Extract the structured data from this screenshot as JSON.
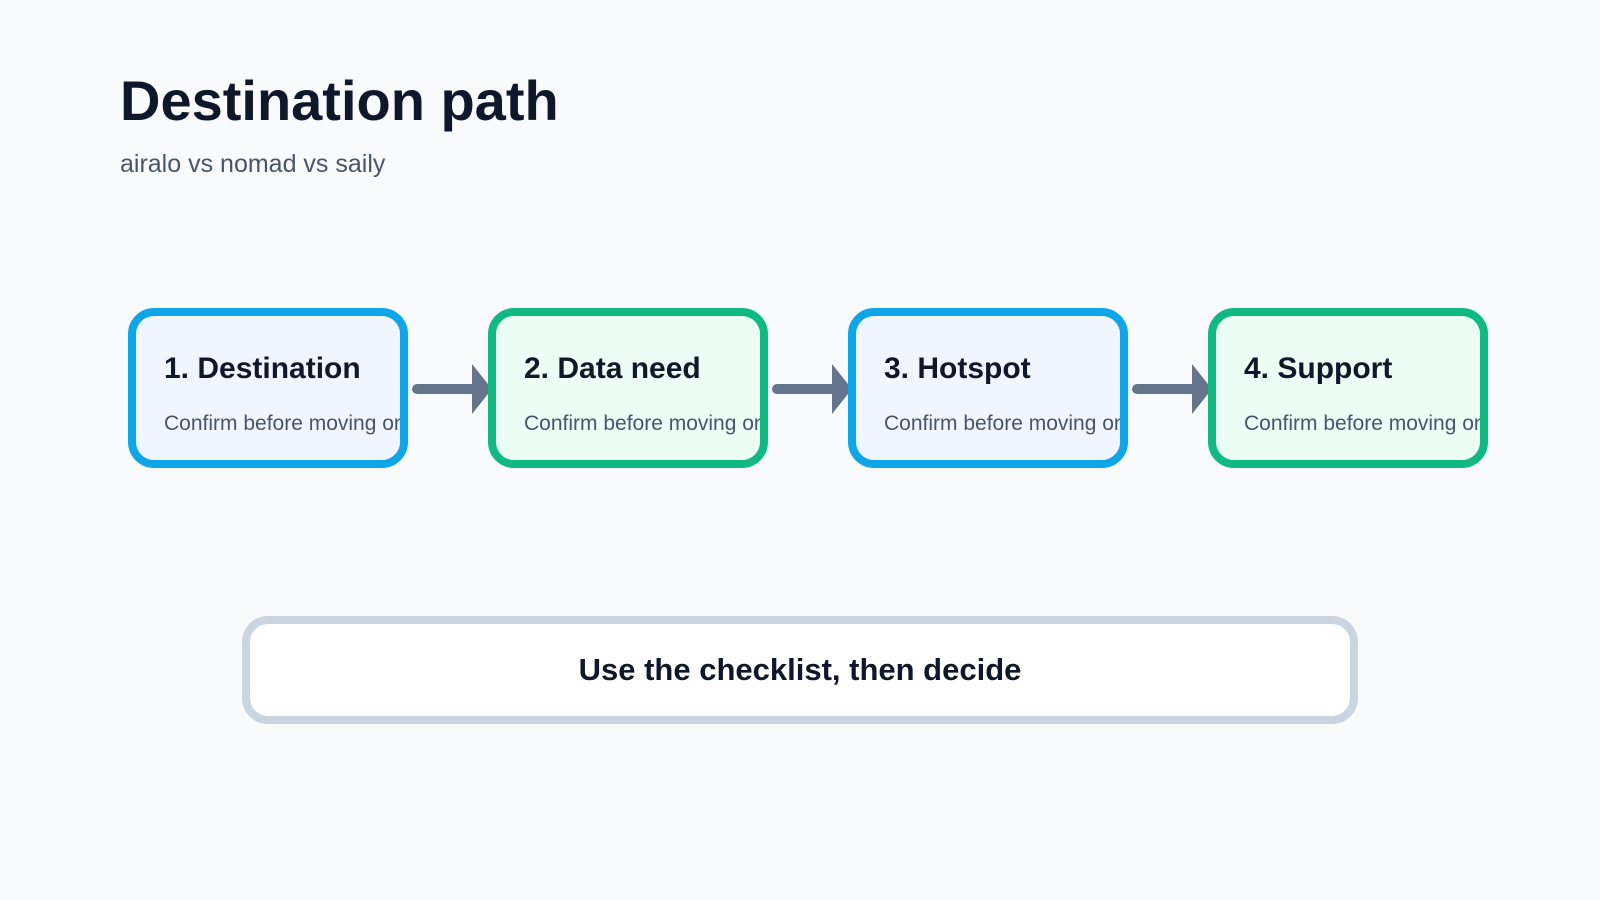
{
  "header": {
    "title": "Destination path",
    "subtitle": "airalo vs nomad vs saily"
  },
  "steps": [
    {
      "label": "1. Destination",
      "note": "Confirm before moving on",
      "color": "#0ea5e9"
    },
    {
      "label": "2. Data need",
      "note": "Confirm before moving on",
      "color": "#10b981"
    },
    {
      "label": "3. Hotspot",
      "note": "Confirm before moving on",
      "color": "#0ea5e9"
    },
    {
      "label": "4. Support",
      "note": "Confirm before moving on",
      "color": "#10b981"
    }
  ],
  "callout": {
    "text": "Use the checklist, then decide"
  },
  "colors": {
    "background": "#f8fafc",
    "arrow": "#64748b",
    "callout_border": "#cbd5e1"
  }
}
